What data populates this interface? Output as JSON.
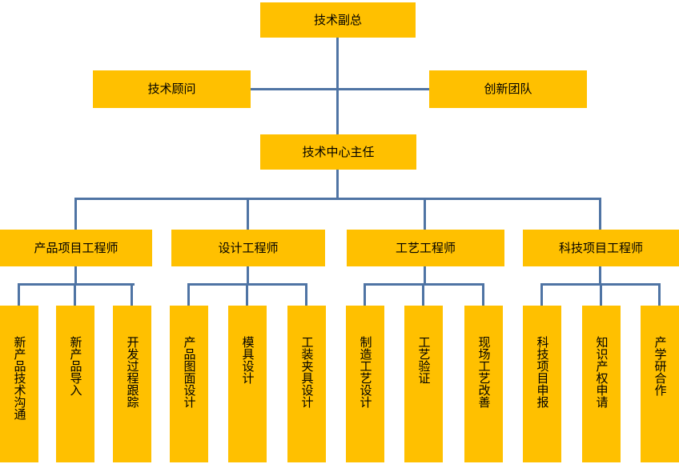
{
  "colors": {
    "box_fill": "#ffc000",
    "connector": "#4f74a4",
    "text": "#000000",
    "background": "#ffffff"
  },
  "nodes": {
    "vp": "技术副总",
    "consultant": "技术顾问",
    "innovation_team": "创新团队",
    "director": "技术中心主任",
    "groups": [
      {
        "label": "产品项目工程师",
        "children": [
          "新产品技术沟通",
          "新产品导入",
          "开发过程跟踪"
        ]
      },
      {
        "label": "设计工程师",
        "children": [
          "产品图面设计",
          "模具设计",
          "工装夹具设计"
        ]
      },
      {
        "label": "工艺工程师",
        "children": [
          "制造工艺设计",
          "工艺验证",
          "现场工艺改善"
        ]
      },
      {
        "label": "科技项目工程师",
        "children": [
          "科技项目申报",
          "知识产权申请",
          "产学研合作"
        ]
      }
    ]
  }
}
